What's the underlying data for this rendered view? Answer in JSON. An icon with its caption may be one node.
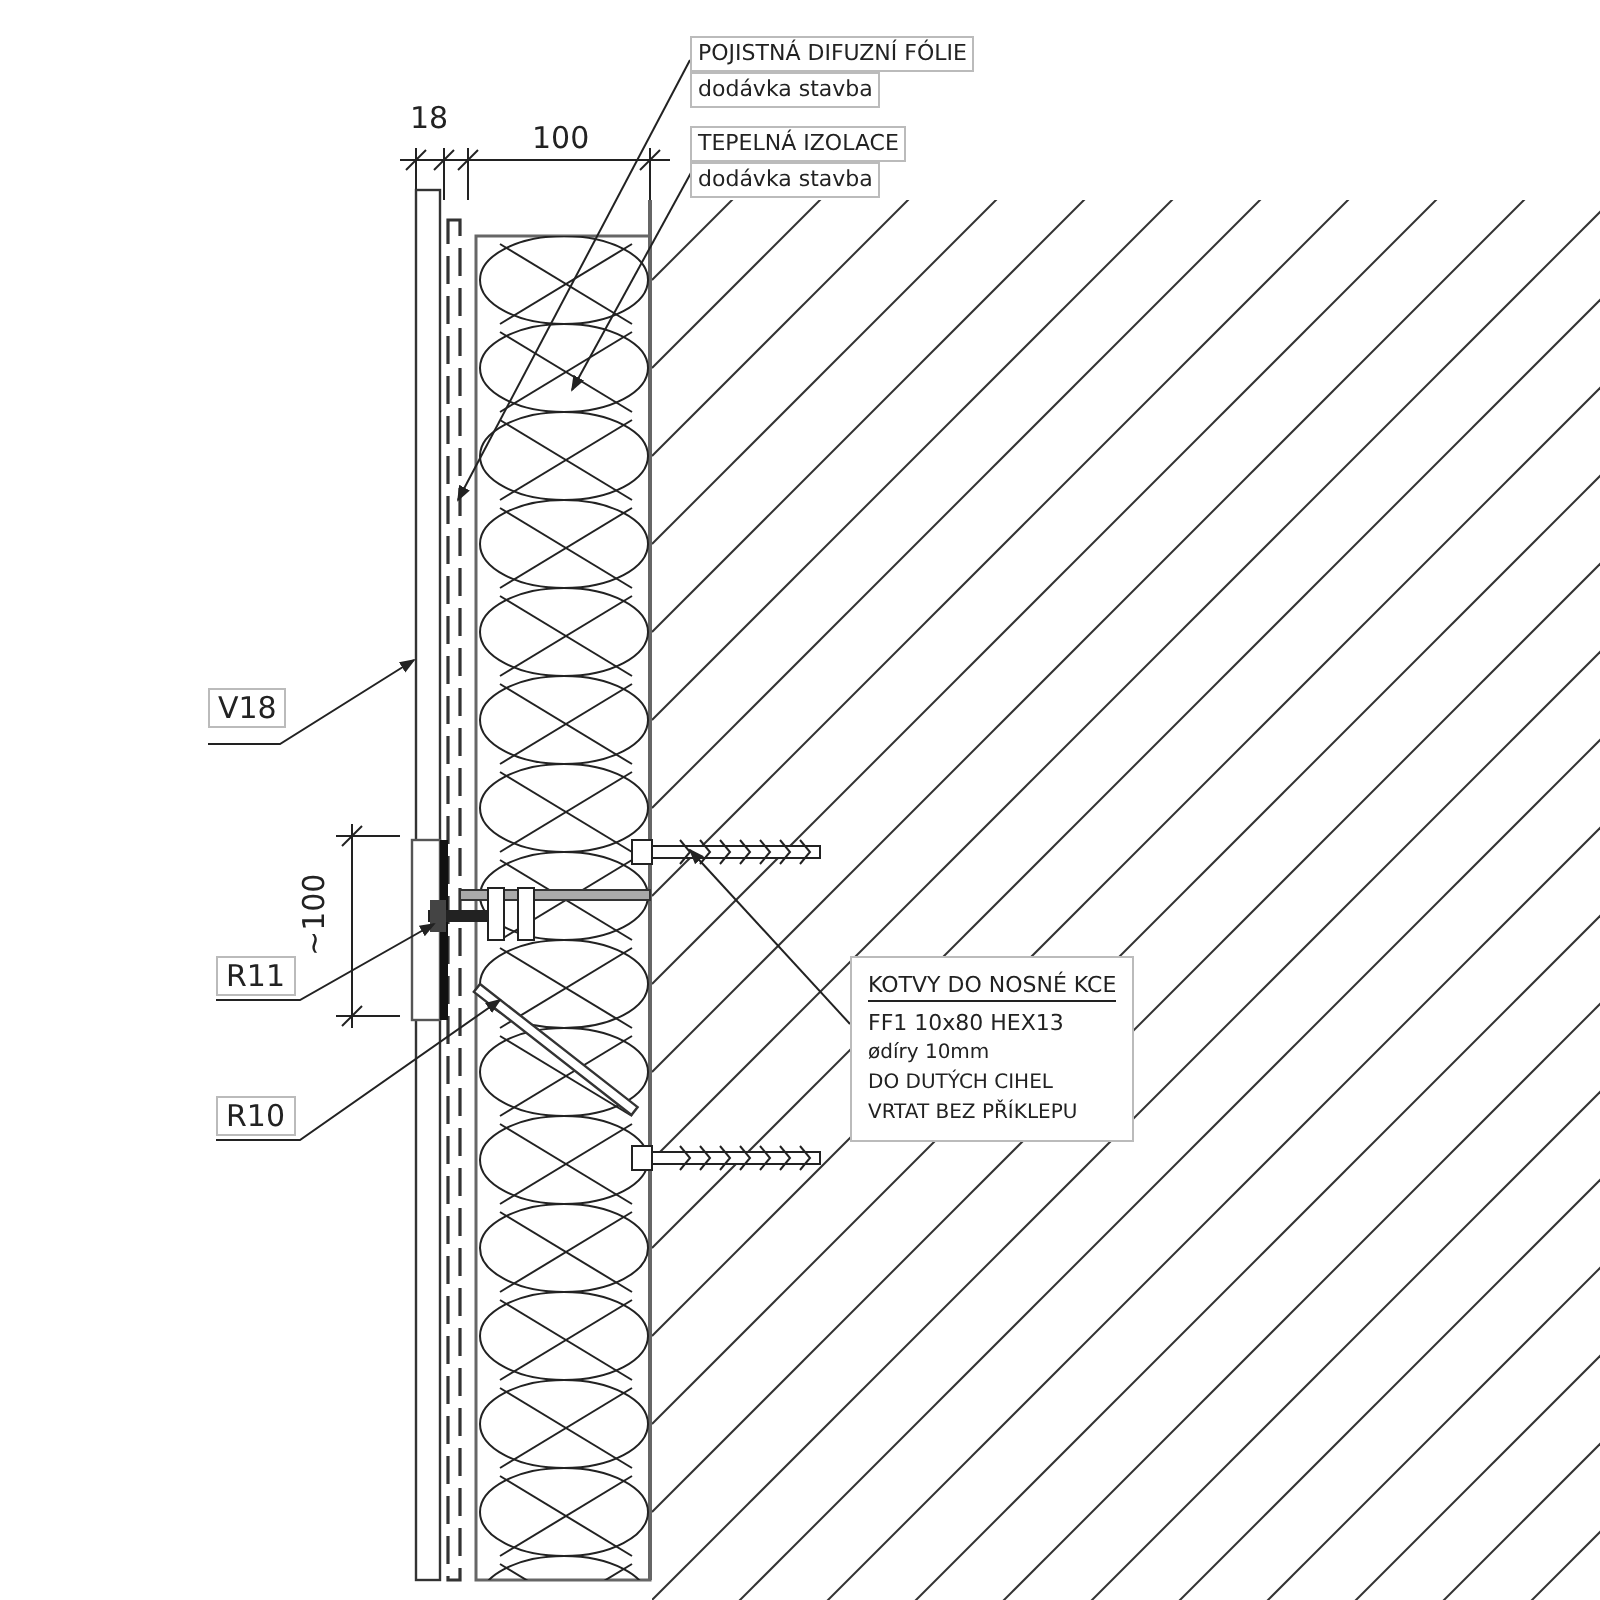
{
  "diagram": {
    "nodes": [
      {
        "text": [
          "POJISTNÁ DIFUZNÍ FÓLIE",
          "dodávka stavba"
        ]
      },
      {
        "text": [],
        "shape": "bar"
      },
      {
        "text": [
          "TEPELNÁ IZOLACE",
          "dodávka stavba"
        ]
      },
      {
        "text": [],
        "shape": "picture"
      },
      {
        "text": [
          "V18"
        ]
      },
      {
        "text": [],
        "shape": "bar"
      },
      {
        "text": [
          "R11"
        ]
      },
      {
        "text": [],
        "shape": "picture"
      },
      {
        "text": [
          "R10"
        ]
      },
      {
        "text": [],
        "shape": "bar",
        "in": 3
      },
      {
        "text": [
          "KOTVY DO NOSNÉ KCE",
          "FF1 10x80 HEX13",
          "ødíry 10mm",
          "DO DUTÝCH CIHEL",
          "VRTAT BEZ PŘÍKLEPU"
        ]
      },
      {
        "text": [],
        "shape": "picture"
      }
    ],
    "edges": [
      {
        "from": 0,
        "to": 5,
        "arrow": "to"
      },
      {
        "from": 2,
        "to": 3,
        "arrow": "to"
      },
      {
        "from": 4,
        "to": 1,
        "arrow": "to"
      },
      {
        "from": 6,
        "to": 7,
        "arrow": "to"
      },
      {
        "from": 8,
        "to": 9,
        "arrow": "to"
      },
      {
        "from": 10,
        "to": 11,
        "arrow": "to"
      }
    ],
    "labels": [
      "18",
      "100",
      "~100"
    ]
  }
}
